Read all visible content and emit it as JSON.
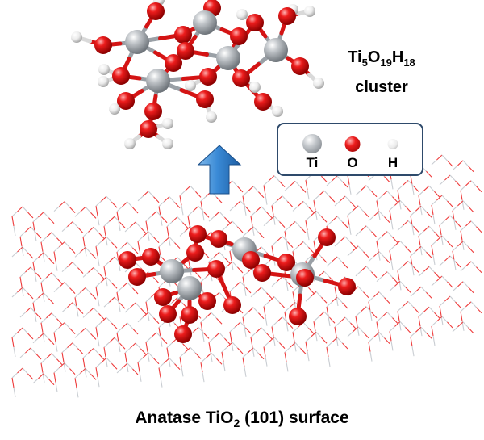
{
  "cluster_label": {
    "formula_parts": [
      "Ti",
      "5",
      "O",
      "19",
      "H",
      "18"
    ],
    "line2": "cluster"
  },
  "legend": {
    "items": [
      {
        "label": "Ti",
        "color": "#a9aeb3",
        "icon": "ti-atom-icon"
      },
      {
        "label": "O",
        "color": "#e8171c",
        "icon": "oxygen-atom-icon"
      },
      {
        "label": "H",
        "color": "#e9e9e9",
        "icon": "hydrogen-atom-icon"
      }
    ]
  },
  "arrow": {
    "icon": "up-arrow-icon",
    "color": "#2f7fcf"
  },
  "caption": {
    "pre": "Anatase TiO",
    "sub": "2",
    "post": " (101) surface"
  },
  "colors": {
    "ti": "#a9aeb3",
    "oxygen": "#e8171c",
    "hydrogen": "#e9e9e9",
    "lattice_ti": "#c9cdd2",
    "lattice_o": "#ee3b3b",
    "legend_border": "#2e4a6b"
  }
}
